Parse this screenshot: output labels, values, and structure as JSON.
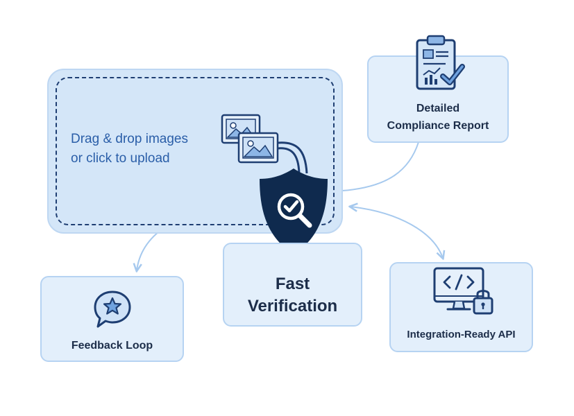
{
  "upload": {
    "line1": "Drag & drop images",
    "line2": "or click to upload"
  },
  "compliance": {
    "line1": "Detailed",
    "line2": "Compliance Report"
  },
  "verification": {
    "line1": "Fast",
    "line2": "Verification"
  },
  "feedback": {
    "label": "Feedback Loop"
  },
  "api": {
    "label": "Integration-Ready API"
  },
  "icons": {
    "images": "image-gallery-icon",
    "shield": "shield-magnifier-check-icon",
    "report": "clipboard-chart-icon",
    "feedback": "speech-bubble-star-icon",
    "api": "monitor-code-lock-icon"
  },
  "colors": {
    "navy": "#0f2a4e",
    "accent_blue": "#2a5ea8",
    "card_fill": "#e3effb",
    "card_border": "#b6d3f2",
    "connector": "#a6c9ee"
  }
}
